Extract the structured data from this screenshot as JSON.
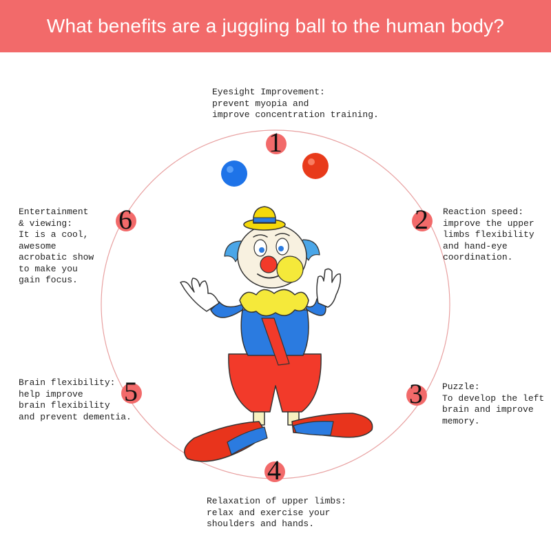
{
  "title": "What benefits are a juggling ball to the human body?",
  "colors": {
    "header": "#f26a6a",
    "marker": "#f26a6a",
    "ring": "#e8a0a0",
    "ball_blue": "#1e73e8",
    "ball_red": "#e83a1a",
    "clown_hat": "#f5d90a",
    "clown_red": "#f23a2a",
    "clown_blue": "#2b7be0"
  },
  "benefits": [
    {
      "number": "1",
      "lines": [
        "Eyesight Improvement:",
        "prevent myopia and",
        "improve concentration training."
      ]
    },
    {
      "number": "2",
      "lines": [
        "Reaction speed:",
        "improve the upper",
        "limbs flexibility",
        "and hand-eye",
        "coordination."
      ]
    },
    {
      "number": "3",
      "lines": [
        "Puzzle:",
        "To develop the left",
        "brain and improve",
        "memory."
      ]
    },
    {
      "number": "4",
      "lines": [
        "Relaxation of upper limbs:",
        "relax and exercise your",
        "shoulders and hands."
      ]
    },
    {
      "number": "5",
      "lines": [
        "Brain flexibility:",
        "help improve",
        "brain flexibility",
        "and prevent dementia."
      ]
    },
    {
      "number": "6",
      "lines": [
        "Entertainment",
        "& viewing:",
        "It is a cool,",
        "awesome",
        "acrobatic show",
        "to make you",
        "gain focus."
      ]
    }
  ],
  "illustration": {
    "subject": "clown-juggling-icon"
  }
}
